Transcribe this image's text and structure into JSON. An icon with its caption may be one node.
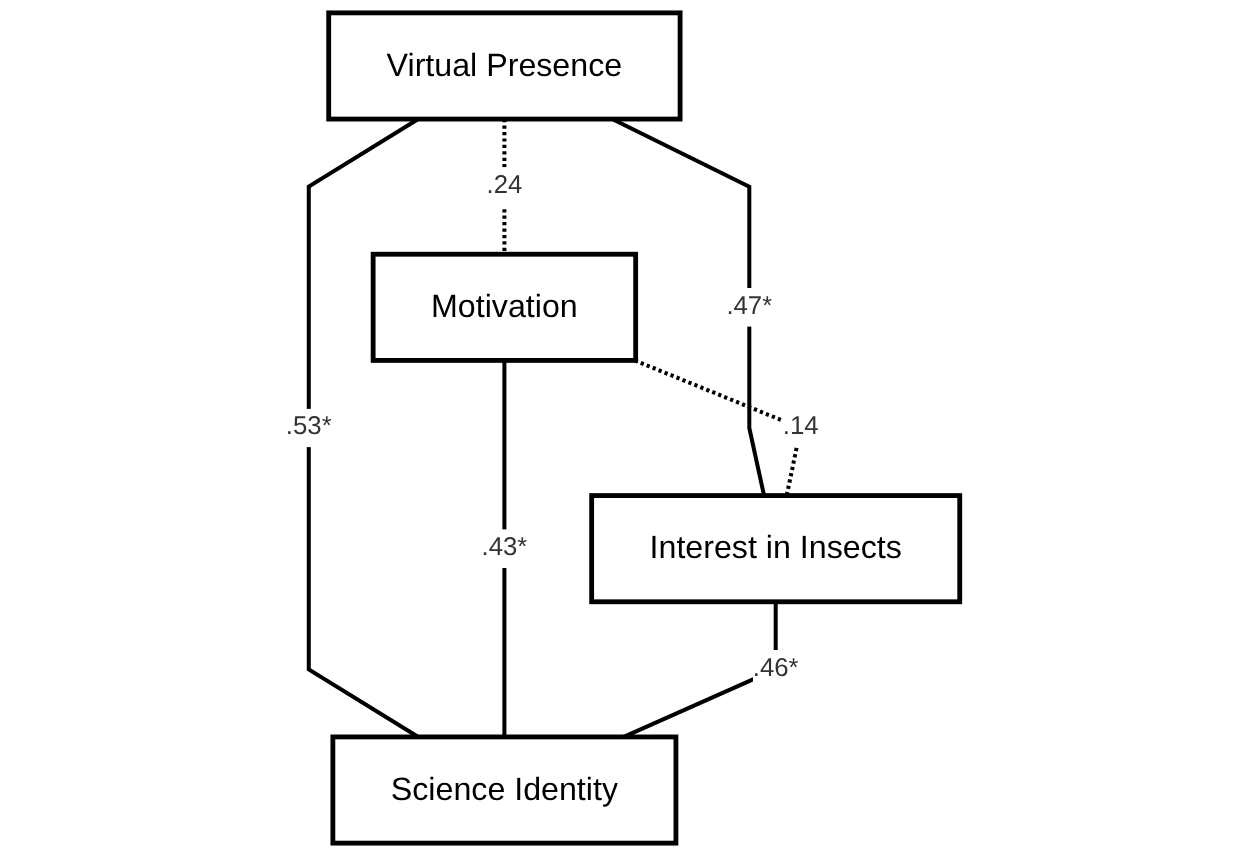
{
  "diagram": {
    "nodes": [
      {
        "text": [
          "Virtual Presence"
        ]
      },
      {
        "text": [
          "Motivation"
        ]
      },
      {
        "text": [
          "Interest in Insects"
        ]
      },
      {
        "text": [
          "Science Identity"
        ]
      }
    ],
    "edges": [
      {
        "from": 0,
        "to": 1,
        "arrow": "none",
        "label": ".24",
        "style": "dashed"
      },
      {
        "from": 0,
        "to": 2,
        "arrow": "none",
        "label": ".47*"
      },
      {
        "from": 1,
        "to": 2,
        "arrow": "none",
        "label": ".14",
        "style": "dashed"
      },
      {
        "from": 0,
        "to": 3,
        "arrow": "none",
        "label": ".53*"
      },
      {
        "from": 1,
        "to": 3,
        "arrow": "none",
        "label": ".43*"
      },
      {
        "from": 2,
        "to": 3,
        "arrow": "none",
        "label": ".46*"
      }
    ]
  }
}
